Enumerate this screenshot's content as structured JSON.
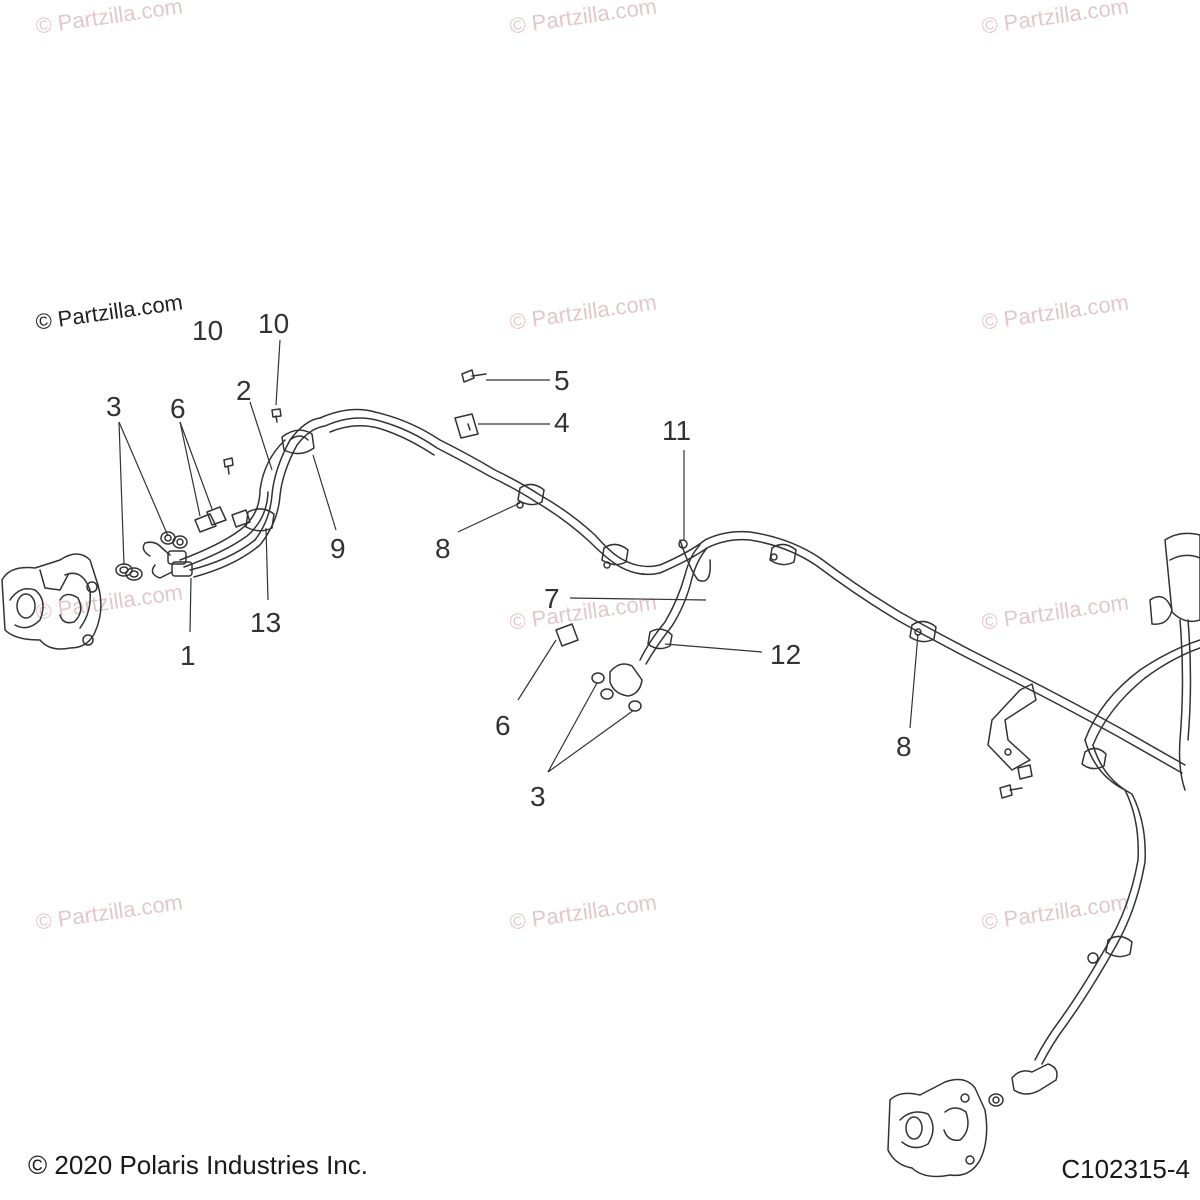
{
  "watermark_text": "© Partzilla.com",
  "copyright": "© 2020 Polaris Industries Inc.",
  "figure_id": "C102315-4",
  "callouts": [
    {
      "id": "c10a",
      "label": "10"
    },
    {
      "id": "c10b",
      "label": "10"
    },
    {
      "id": "c2",
      "label": "2"
    },
    {
      "id": "c3a",
      "label": "3"
    },
    {
      "id": "c6a",
      "label": "6"
    },
    {
      "id": "c5",
      "label": "5"
    },
    {
      "id": "c4",
      "label": "4"
    },
    {
      "id": "c11",
      "label": "11"
    },
    {
      "id": "c9",
      "label": "9"
    },
    {
      "id": "c8a",
      "label": "8"
    },
    {
      "id": "c13",
      "label": "13"
    },
    {
      "id": "c1",
      "label": "1"
    },
    {
      "id": "c7",
      "label": "7"
    },
    {
      "id": "c12",
      "label": "12"
    },
    {
      "id": "c6b",
      "label": "6"
    },
    {
      "id": "c3b",
      "label": "3"
    },
    {
      "id": "c8b",
      "label": "8"
    }
  ],
  "colors": {
    "line": "#333333",
    "watermark": "#e2c9c9",
    "background": "#ffffff"
  }
}
